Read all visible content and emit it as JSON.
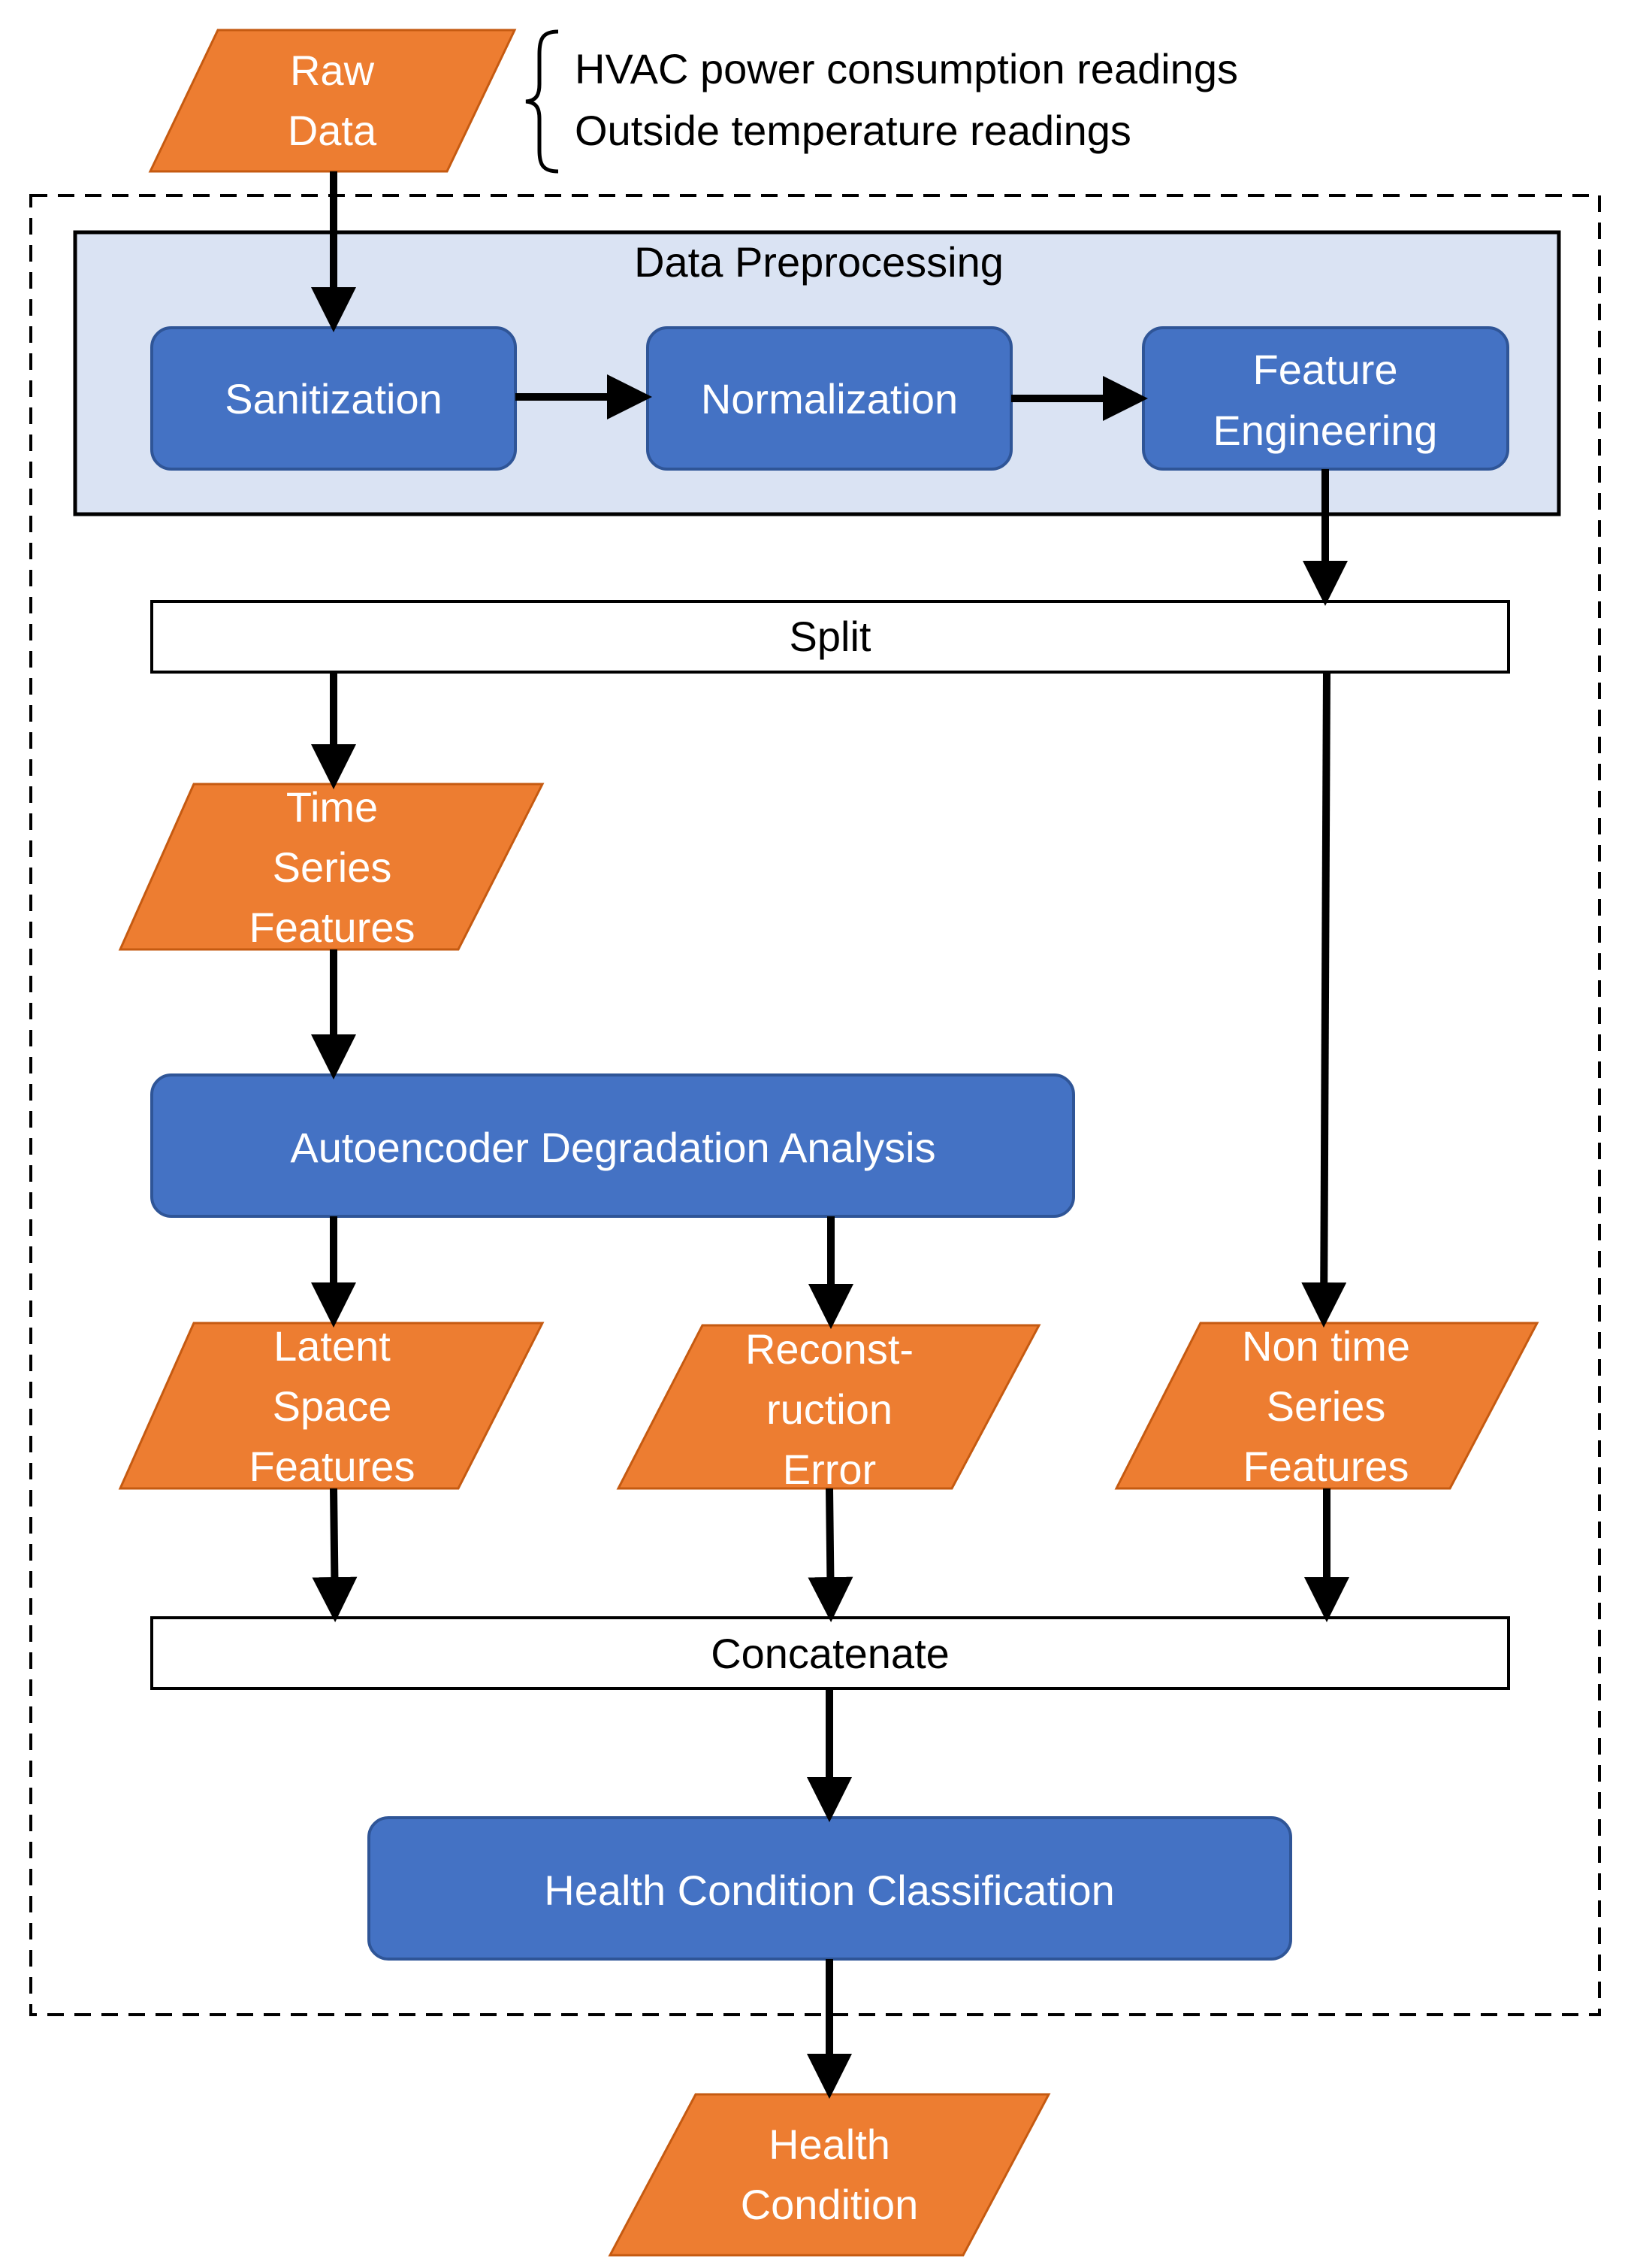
{
  "inputs": {
    "raw_data": [
      "Raw",
      "Data"
    ],
    "raw_data_notes": [
      "HVAC power consumption readings",
      "Outside temperature readings"
    ]
  },
  "preprocessing": {
    "title": "Data Preprocessing",
    "sanitization": "Sanitization",
    "normalization": "Normalization",
    "feature_engineering": [
      "Feature",
      "Engineering"
    ]
  },
  "split": "Split",
  "time_series_features": [
    "Time",
    "Series",
    "Features"
  ],
  "autoencoder": "Autoencoder Degradation Analysis",
  "latent_space_features": [
    "Latent",
    "Space",
    "Features"
  ],
  "reconstruction_error": [
    "Reconst-",
    "ruction",
    "Error"
  ],
  "non_time_series_features": [
    "Non time",
    "Series",
    "Features"
  ],
  "concatenate": "Concatenate",
  "classification": "Health Condition Classification",
  "output": [
    "Health",
    "Condition"
  ],
  "colors": {
    "orange": "#ed7d31",
    "blue": "#4472c4",
    "light_blue": "#dae3f3",
    "white_text": "#ffffff",
    "black": "#000000"
  }
}
